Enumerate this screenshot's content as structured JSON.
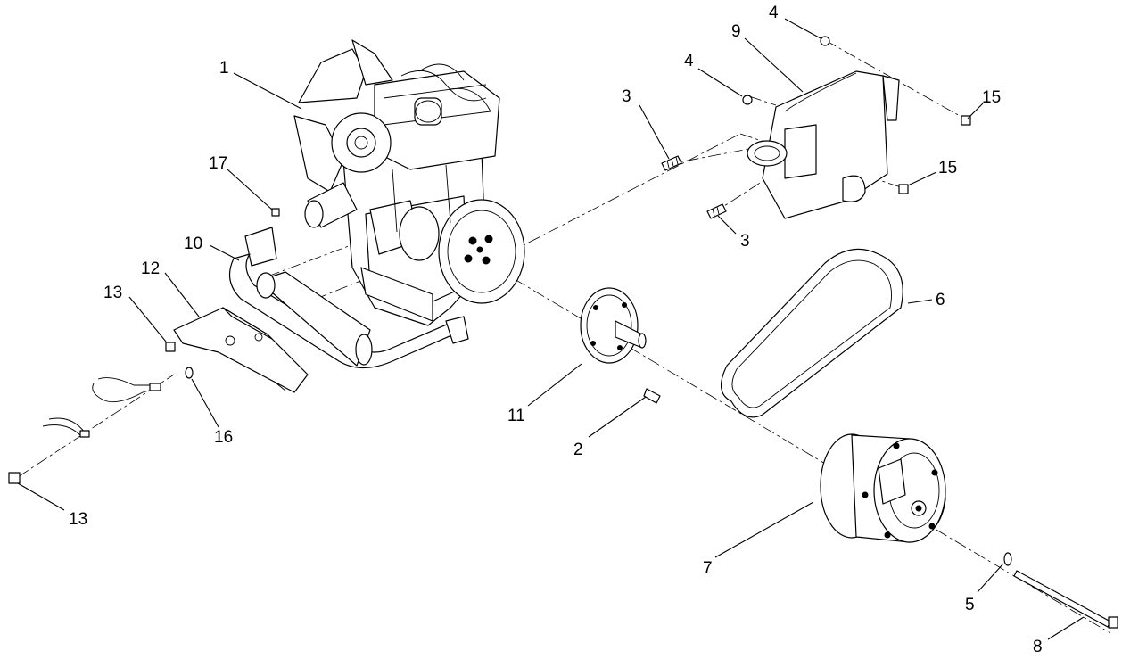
{
  "callouts": {
    "c1": "1",
    "c2": "2",
    "c3a": "3",
    "c3b": "3",
    "c4a": "4",
    "c4b": "4",
    "c5": "5",
    "c6": "6",
    "c7": "7",
    "c8": "8",
    "c9": "9",
    "c10": "10",
    "c11": "11",
    "c12": "12",
    "c13a": "13",
    "c13b": "13",
    "c15a": "15",
    "c15b": "15",
    "c16": "16",
    "c17": "17"
  }
}
